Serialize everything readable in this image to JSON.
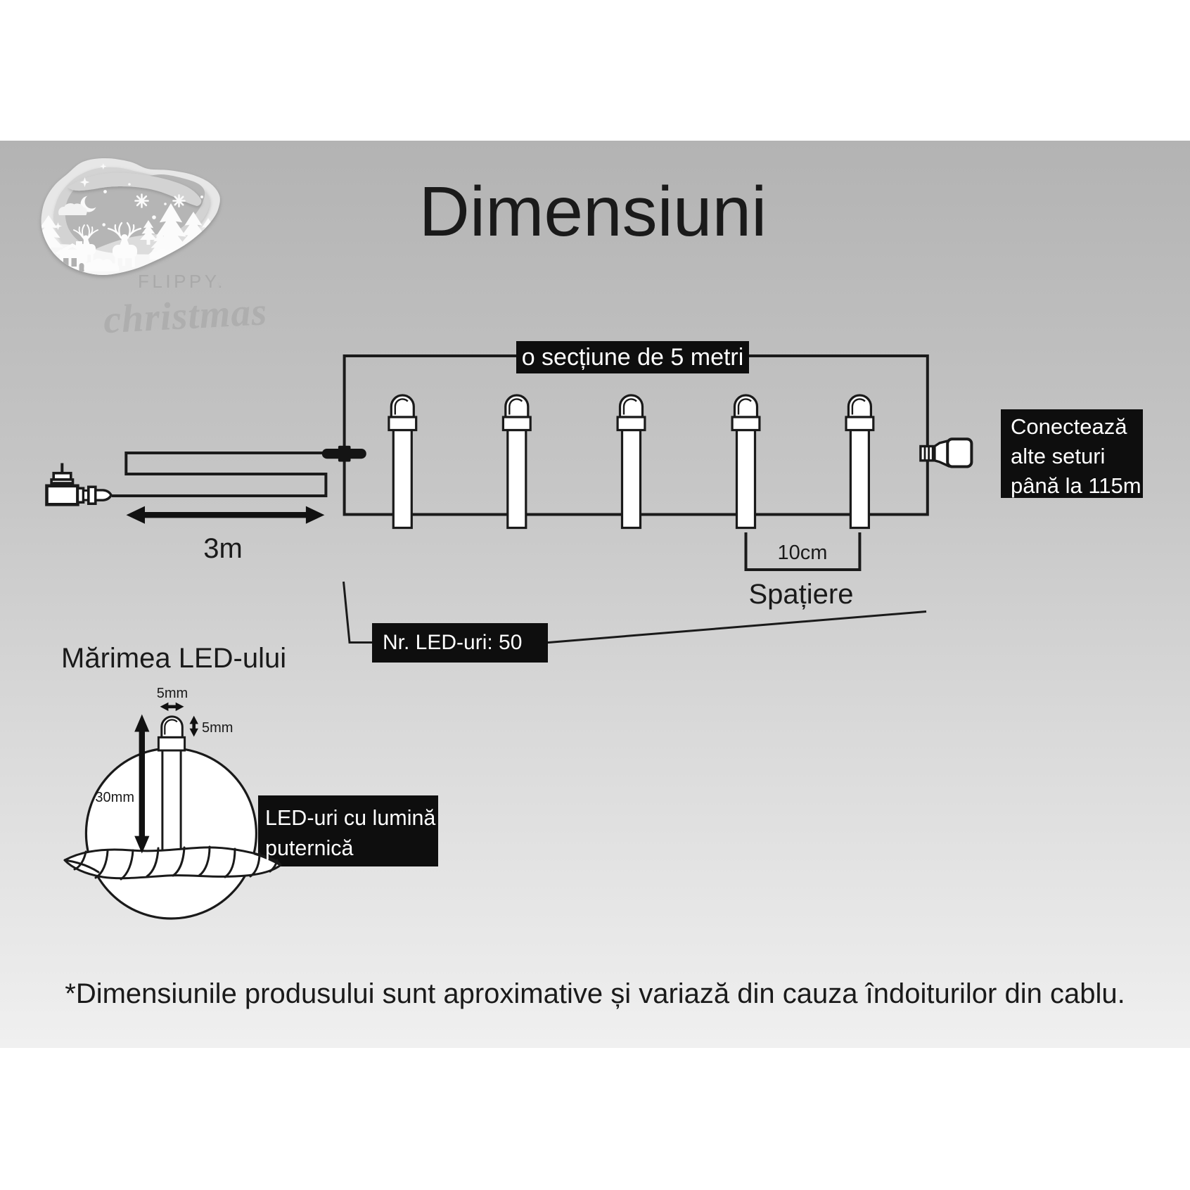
{
  "title": "Dimensiuni",
  "logo": {
    "brand": "FLIPPY.",
    "registered_mark": "®",
    "script": "christmas"
  },
  "string_diagram": {
    "section_label": "o secțiune de 5 metri",
    "lead_length_label": "3m",
    "connect_note": "Conectează\nalte seturi\npână la 115m",
    "led_count_note": "Nr. LED-uri: 50",
    "spacing_value": "10cm",
    "spacing_label": "Spațiere"
  },
  "led_detail": {
    "heading": "Mărimea LED-ului",
    "width_label": "5mm",
    "height_label": "5mm",
    "length_label": "30mm",
    "callout": "LED-uri cu lumină\nputernică"
  },
  "footnote": "*Dimensiunile produsului sunt aproximative și variază din cauza îndoiturilor din cablu.",
  "colors": {
    "background_gradient_top": "#b3b3b3",
    "background_gradient_bottom": "#f0f0f0",
    "page_band": "#ffffff",
    "callout_background": "#0e0e0e",
    "callout_text": "#ffffff",
    "ink": "#1a1a1a"
  }
}
